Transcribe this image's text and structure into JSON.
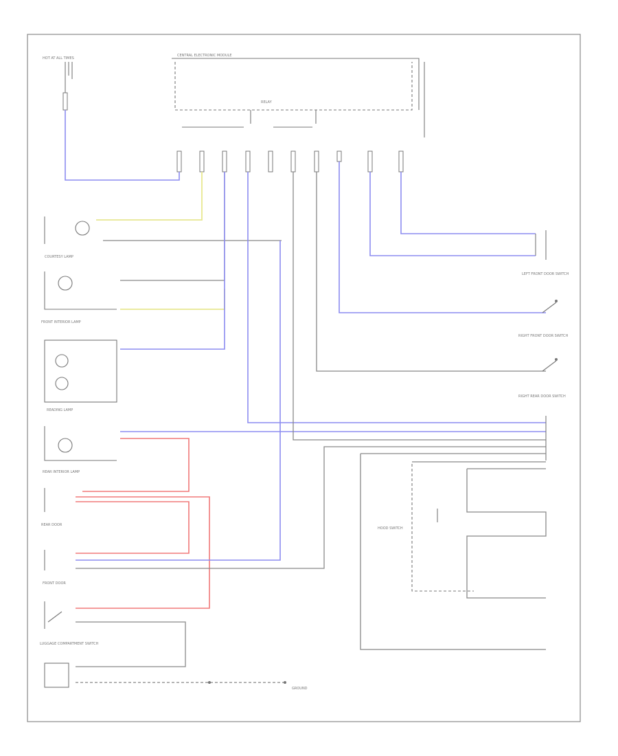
{
  "page_id": "B4082",
  "components": [
    {
      "key": "central_module",
      "label": "CENTRAL ELECTRONIC MODULE"
    },
    {
      "key": "hot_fuse",
      "label": "HOT AT ALL TIMES"
    },
    {
      "key": "courtesy_lamp",
      "label": "COURTESY LAMP"
    },
    {
      "key": "front_interior",
      "label": "FRONT INTERIOR LAMP"
    },
    {
      "key": "reading_lamp",
      "label": "READING LAMP"
    },
    {
      "key": "rear_interior",
      "label": "REAR INTERIOR LAMP"
    },
    {
      "key": "rear_door",
      "label": "REAR DOOR"
    },
    {
      "key": "front_door",
      "label": "FRONT DOOR"
    },
    {
      "key": "luggage_switch",
      "label": "LUGGAGE COMPARTMENT SWITCH"
    },
    {
      "key": "lf_door_switch",
      "label": "LEFT FRONT DOOR SWITCH"
    },
    {
      "key": "rf_door_switch",
      "label": "RIGHT FRONT DOOR SWITCH"
    },
    {
      "key": "rear_door_switch",
      "label": "RIGHT REAR DOOR SWITCH"
    },
    {
      "key": "hood_switch",
      "label": "HOOD SWITCH"
    },
    {
      "key": "relay",
      "label": "RELAY"
    },
    {
      "key": "ground",
      "label": "GROUND"
    }
  ]
}
